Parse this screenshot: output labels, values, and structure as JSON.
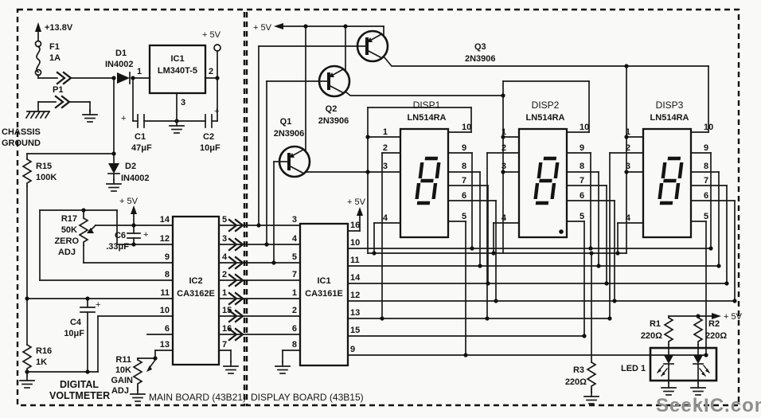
{
  "shared": {
    "plus5v": "+ 5V",
    "plus": "+"
  },
  "watermark": "SeekIC.com",
  "main_board": {
    "title": "MAIN BOARD (43B21)",
    "caption_line1": "DIGITAL",
    "caption_line2": "VOLTMETER",
    "supply": "+13.8V",
    "f1": {
      "ref": "F1",
      "value": "1A"
    },
    "p1": {
      "ref": "P1"
    },
    "chassis": {
      "line1": "CHASSIS",
      "line2": "GROUND"
    },
    "d1": {
      "ref": "D1",
      "value": "IN4002"
    },
    "regulator": {
      "ref": "IC1",
      "part": "LM340T-5",
      "pin_in": "1",
      "pin_out": "2",
      "pin_gnd": "3"
    },
    "c1": {
      "ref": "C1",
      "value": "47μF"
    },
    "c2": {
      "ref": "C2",
      "value": "10μF"
    },
    "d2": {
      "ref": "D2",
      "value": "IN4002"
    },
    "r15": {
      "ref": "R15",
      "value": "100K"
    },
    "r17": {
      "ref": "R17",
      "value": "50K",
      "adj_line1": "ZERO",
      "adj_line2": "ADJ"
    },
    "c6": {
      "ref": "C6",
      "value": ".33μF"
    },
    "c4": {
      "ref": "C4",
      "value": "10μF"
    },
    "r16": {
      "ref": "R16",
      "value": "1K"
    },
    "r11": {
      "ref": "R11",
      "value": "10K",
      "adj_line1": "GAIN",
      "adj_line2": "ADJ"
    },
    "ic2": {
      "ref": "IC2",
      "part": "CA3162E",
      "left_pins": [
        "14",
        "12",
        "9",
        "8",
        "11",
        "10",
        "6",
        "13"
      ],
      "right_pins": [
        "5",
        "3",
        "4",
        "2",
        "1",
        "15",
        "16",
        "7"
      ]
    }
  },
  "display_board": {
    "title": "DISPLAY BOARD (43B15)",
    "q1": {
      "ref": "Q1",
      "part": "2N3906"
    },
    "q2": {
      "ref": "Q2",
      "part": "2N3906"
    },
    "q3": {
      "ref": "Q3",
      "part": "2N3906"
    },
    "disp1": {
      "ref": "DISP1",
      "part": "LN514RA",
      "left_pins": [
        "1",
        "2",
        "3",
        "4"
      ],
      "right_pins": [
        "10",
        "9",
        "8",
        "7",
        "6",
        "5"
      ]
    },
    "disp2": {
      "ref": "DISP2",
      "part": "LN514RA",
      "left_pins": [
        "1",
        "2",
        "3",
        "4"
      ],
      "right_pins": [
        "10",
        "9",
        "8",
        "7",
        "6",
        "5"
      ]
    },
    "disp3": {
      "ref": "DISP3",
      "part": "LN514RA",
      "left_pins": [
        "1",
        "2",
        "3",
        "4"
      ],
      "right_pins": [
        "10",
        "9",
        "8",
        "7",
        "6",
        "5"
      ]
    },
    "ic1": {
      "ref": "IC1",
      "part": "CA3161E",
      "left_pins": [
        "3",
        "4",
        "5",
        "7",
        "1",
        "2",
        "6",
        "8"
      ],
      "right_pins": [
        "16",
        "10",
        "11",
        "14",
        "12",
        "13",
        "15",
        "9"
      ]
    },
    "r3": {
      "ref": "R3",
      "value": "220Ω"
    },
    "r1": {
      "ref": "R1",
      "value": "220Ω"
    },
    "r2": {
      "ref": "R2",
      "value": "220Ω"
    },
    "led1": {
      "ref": "LED 1"
    }
  }
}
